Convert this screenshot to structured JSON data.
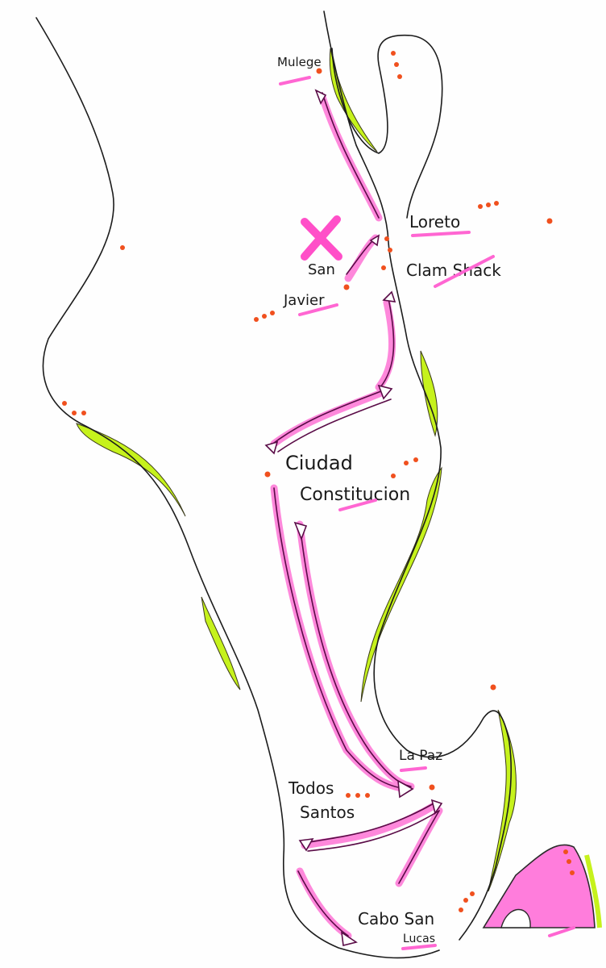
{
  "places": {
    "mulege": "Mulege",
    "loreto": "Loreto",
    "clam_shack": "Clam Shack",
    "san": "San",
    "javier": "Javier",
    "ciudad": "Ciudad",
    "constitucion": "Constitucion",
    "la_paz": "La Paz",
    "todos": "Todos",
    "santos": "Santos",
    "cabo_san": "Cabo San",
    "lucas": "Lucas"
  },
  "colors": {
    "coastline": "#1c1c1c",
    "beach": "#c6f21c",
    "route": "#ff5fd0",
    "route_ink": "#6a0a52",
    "dots": "#f0501e",
    "x_mark": "#ff4fc8"
  }
}
